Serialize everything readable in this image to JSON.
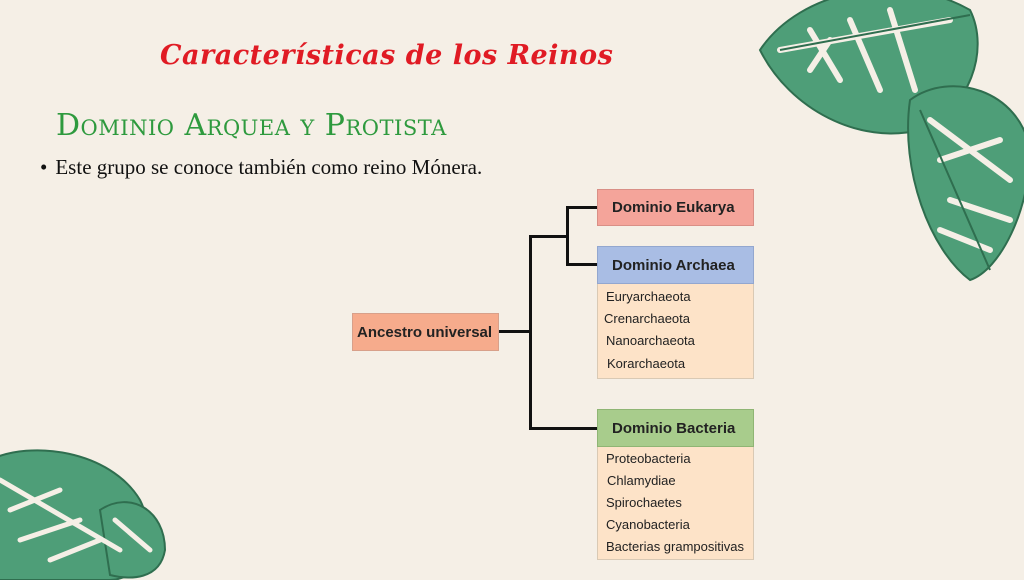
{
  "slide": {
    "title": "Características de los Reinos",
    "subtitle": "Dominio Arquea y Protista",
    "bullet": "Este grupo se conoce también como reino Mónera."
  },
  "diagram": {
    "root": "Ancestro universal",
    "domains": [
      {
        "name": "Dominio Eukarya",
        "color": "#f4a49a",
        "items": []
      },
      {
        "name": "Dominio Archaea",
        "color": "#a9bde4",
        "items": [
          "Euryarchaeota",
          "Crenarchaeota",
          "Nanoarchaeota",
          "Korarchaeota"
        ]
      },
      {
        "name": "Dominio Bacteria",
        "color": "#a8cc8c",
        "items": [
          "Proteobacteria",
          "Chlamydiae",
          "Spirochaetes",
          "Cyanobacteria",
          "Bacterias grampositivas"
        ]
      }
    ]
  },
  "colors": {
    "background": "#f5efe6",
    "title": "#e01b24",
    "subtitle": "#2e9a3e",
    "root_box": "#f6ab8c",
    "list_fill": "#fde3c8",
    "leaf": "#4e9e78"
  },
  "decorations": [
    "monstera-leaf-icon",
    "monstera-leaf-icon"
  ]
}
